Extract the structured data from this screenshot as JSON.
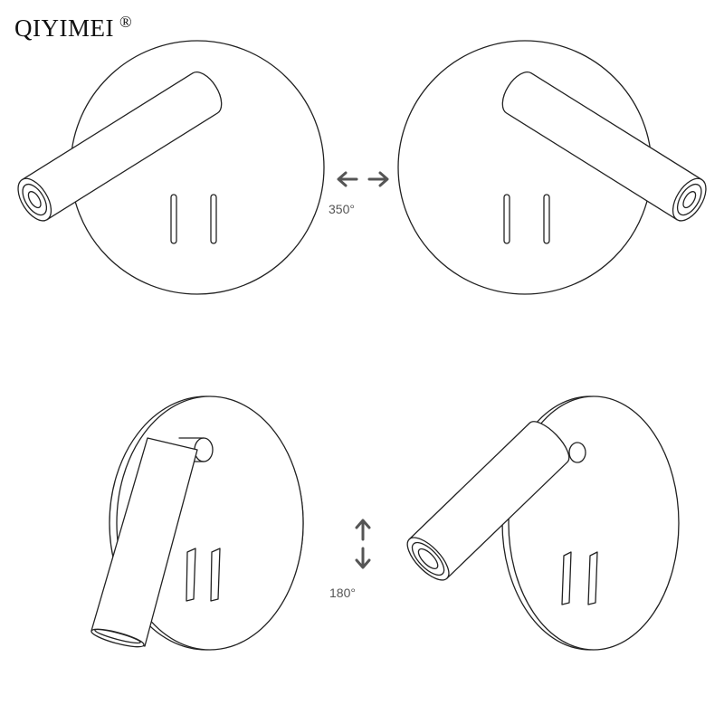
{
  "brand": {
    "name": "QIYIMEI",
    "registered_mark": "®"
  },
  "rotation_labels": {
    "horizontal": "350°",
    "vertical": "180°"
  },
  "icons": {
    "horizontal": [
      "arrow-left-icon",
      "arrow-right-icon"
    ],
    "vertical": [
      "arrow-up-icon",
      "arrow-down-icon"
    ]
  },
  "colors": {
    "line": "#222222",
    "arrow": "#555555",
    "text": "#111111"
  }
}
